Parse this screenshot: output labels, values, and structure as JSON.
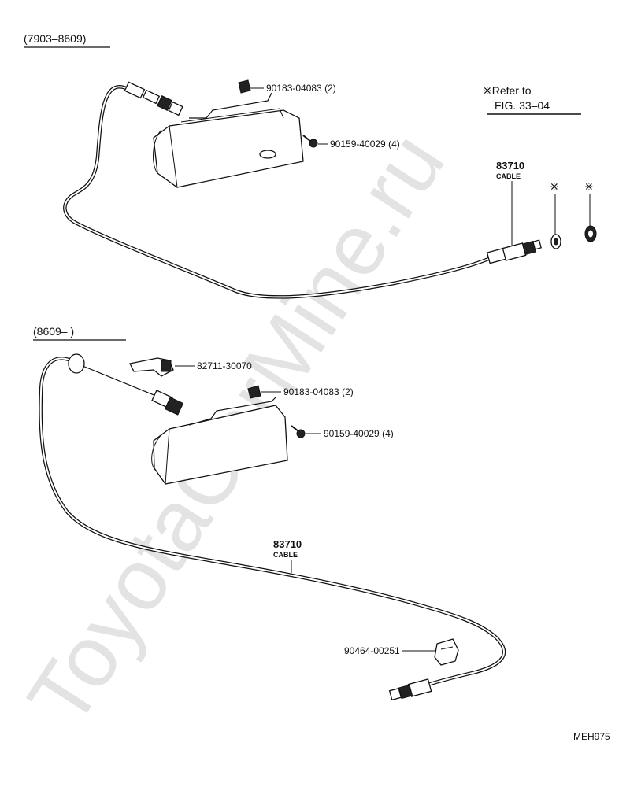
{
  "watermark": "ToyotaCarMine.ru",
  "sections": {
    "upper": {
      "title": "(7903–8609)",
      "refer_note": "※Refer to",
      "refer_fig": "FIG. 33–04",
      "cable_number": "83710",
      "cable_label": "CABLE",
      "parts": [
        {
          "number": "90183-04083 (2)"
        },
        {
          "number": "90159-40029 (4)"
        }
      ],
      "mark_symbol": "※"
    },
    "lower": {
      "title": "(8609–        )",
      "cable_number": "83710",
      "cable_label": "CABLE",
      "parts": [
        {
          "number": "82711-30070"
        },
        {
          "number": "90183-04083 (2)"
        },
        {
          "number": "90159-40029 (4)"
        },
        {
          "number": "90464-00251"
        }
      ]
    }
  },
  "footer_code": "MEH975"
}
